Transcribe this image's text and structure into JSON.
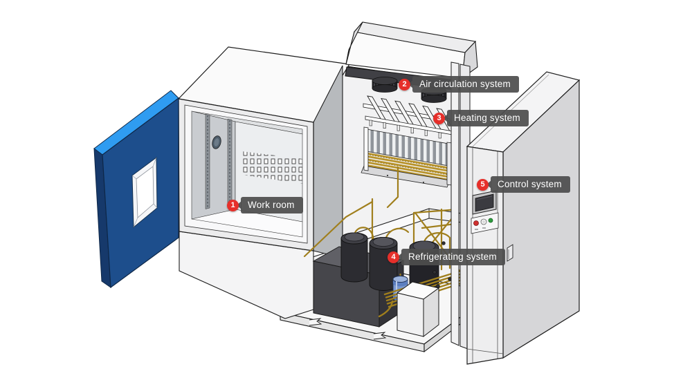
{
  "callouts": [
    {
      "number": "1",
      "label": "Work room"
    },
    {
      "number": "2",
      "label": "Air circulation system"
    },
    {
      "number": "3",
      "label": "Heating system"
    },
    {
      "number": "4",
      "label": "Refrigerating system"
    },
    {
      "number": "5",
      "label": "Control system"
    }
  ],
  "colors": {
    "marker_red": "#e62f2a",
    "tag_gray": "#4d4d4d",
    "door_blue": "#1d4e8c",
    "door_edge_blue": "#2f9cf1",
    "pipe_brass": "#a07f1d",
    "panel_light": "#f2f2f3"
  }
}
